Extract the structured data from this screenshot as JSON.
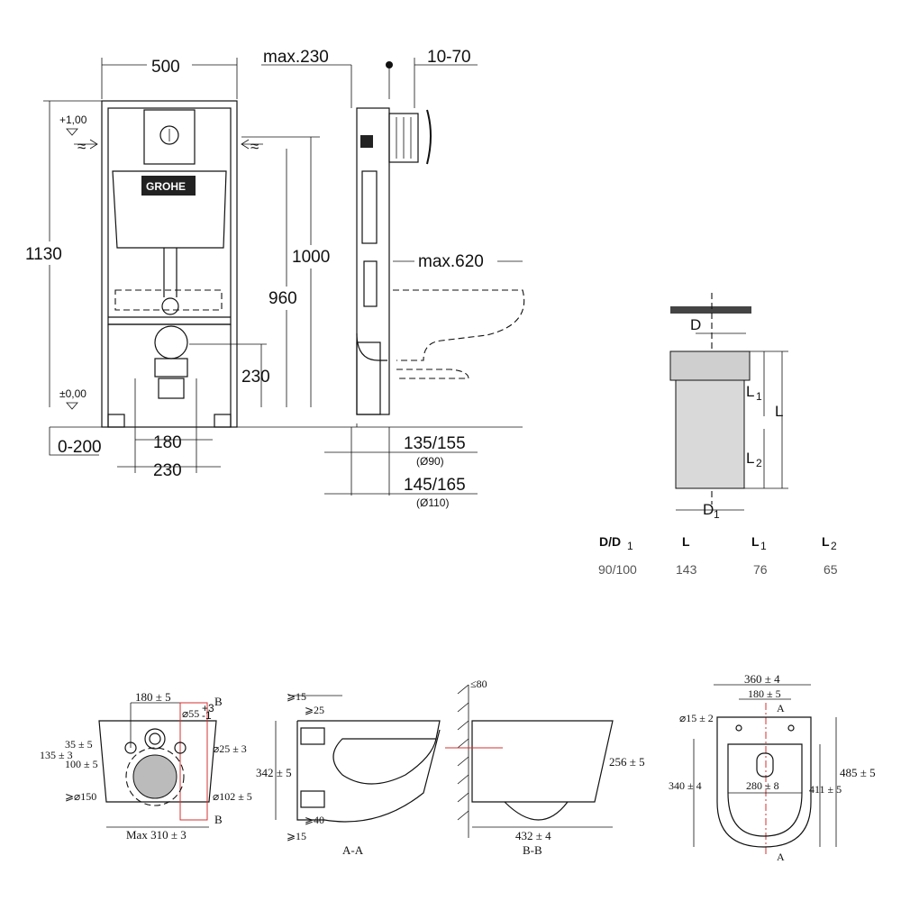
{
  "frame": {
    "brand": "GROHE",
    "width": "500",
    "height_total": "1130",
    "height_inlet": "1000",
    "height_bolts": "960",
    "height_waste": "230",
    "level_top": "+1,00",
    "level_zero": "±0,00",
    "foot_adjust": "0-200",
    "bolt_spacing": "180",
    "waste_spacing": "230"
  },
  "side": {
    "max_depth": "max.230",
    "panel_range": "10-70",
    "max_projection": "max.620",
    "pipe_a": "135/155",
    "pipe_a_dia": "(Ø90)",
    "pipe_b": "145/165",
    "pipe_b_dia": "(Ø110)"
  },
  "connector": {
    "labels": {
      "d": "D",
      "d1": "D",
      "d1_sub": "1",
      "l": "L",
      "l1": "L",
      "l1_sub": "1",
      "l2": "L",
      "l2_sub": "2"
    },
    "table": {
      "headers": [
        {
          "main": "D/D",
          "sub": "1"
        },
        {
          "main": "L",
          "sub": ""
        },
        {
          "main": "L",
          "sub": "1"
        },
        {
          "main": "L",
          "sub": "2"
        }
      ],
      "values": [
        "90/100",
        "143",
        "76",
        "65"
      ]
    }
  },
  "bowl_back": {
    "bolt_spacing": "180 ± 5",
    "section_b": "B",
    "inlet_dia": "⌀55",
    "inlet_tol_top": "+3",
    "inlet_tol_bottom": "-1",
    "dim_35": "35 ± 5",
    "dim_135": "135 ± 3",
    "dim_100": "100 ± 5",
    "bolt_dia": "⌀25 ± 3",
    "outlet_min": "⩾⌀150",
    "outlet_dia": "⌀102 ± 5",
    "max_width": "Max 310 ± 3"
  },
  "section_aa": {
    "top_15": "⩾15",
    "top_25": "⩾25",
    "height": "342 ± 5",
    "bottom_40": "⩾40",
    "bottom_15": "⩾15",
    "caption": "A-A"
  },
  "section_bb": {
    "wall_80": "≤80",
    "height": "256 ± 5",
    "length": "432 ± 4",
    "caption": "B-B"
  },
  "plan": {
    "width": "360 ± 4",
    "bolt_spacing": "180 ± 5",
    "section_a": "A",
    "hole_dia": "⌀15 ± 2",
    "seat_width": "280 ± 8",
    "left_depth": "340 ± 4",
    "total_length": "485 ± 5",
    "right_depth": "411 ± 5"
  }
}
